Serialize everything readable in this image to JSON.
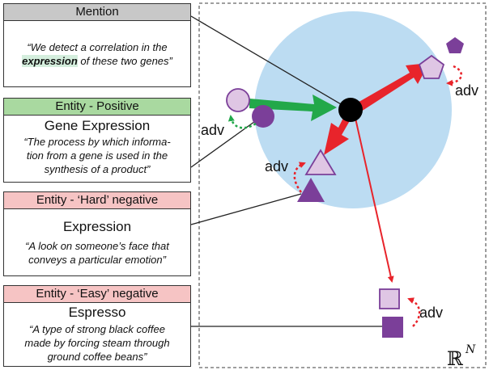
{
  "mention": {
    "header": "Mention",
    "text_before": "“We detect a correlation in the",
    "highlight": "expression",
    "text_after": "of these two genes”",
    "colors": {
      "header_bg": "#c8c8c8",
      "highlight_bg": "#d4eedd"
    }
  },
  "positive": {
    "header": "Entity - Positive",
    "title": "Gene Expression",
    "desc_lines": [
      "“The process by which informa-",
      "tion from a gene is used in the",
      "synthesis of a product”"
    ],
    "colors": {
      "header_bg": "#a9d9a0"
    }
  },
  "hard_negative": {
    "header": "Entity - ‘Hard’ negative",
    "title": "Expression",
    "desc_lines": [
      "“A look on someone’s face that",
      "conveys a particular emotion”"
    ],
    "colors": {
      "header_bg": "#f6c4c4"
    }
  },
  "easy_negative": {
    "header": "Entity - ‘Easy’ negative",
    "title": "Espresso",
    "desc_lines": [
      "“A type of strong black coffee",
      "made by forcing steam through",
      "ground coffee beans”"
    ],
    "colors": {
      "header_bg": "#f6c4c4"
    }
  },
  "diagram": {
    "adv_label": "adv",
    "space_label": "ℝ",
    "space_superscript": "N",
    "colors": {
      "circle": "#bcdcf2",
      "purple": "#7b3f99",
      "light_purple": "#dfc6e4",
      "green": "#22a84a",
      "red": "#e8242b",
      "anchor": "#000000"
    }
  }
}
